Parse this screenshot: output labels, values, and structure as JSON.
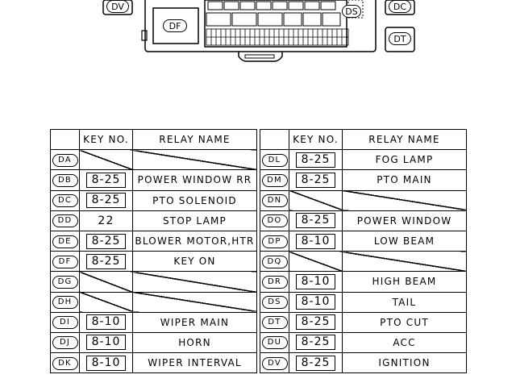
{
  "diagram": {
    "ovals": [
      "DV",
      "DF",
      "DS",
      "DC",
      "DT"
    ]
  },
  "tables": {
    "headers": {
      "key": "KEY NO.",
      "name": "RELAY NAME"
    },
    "left": [
      {
        "tag": "DA",
        "key": "",
        "name": "",
        "empty": true
      },
      {
        "tag": "DB",
        "key": "8-25",
        "name": "POWER WINDOW RR"
      },
      {
        "tag": "DC",
        "key": "8-25",
        "name": "PTO SOLENOID"
      },
      {
        "tag": "DD",
        "key": "22",
        "name": "STOP LAMP",
        "plain": true
      },
      {
        "tag": "DE",
        "key": "8-25",
        "name": "BLOWER MOTOR,HTR"
      },
      {
        "tag": "DF",
        "key": "8-25",
        "name": "KEY ON"
      },
      {
        "tag": "DG",
        "key": "",
        "name": "",
        "empty": true
      },
      {
        "tag": "DH",
        "key": "",
        "name": "",
        "empty": true
      },
      {
        "tag": "DI",
        "key": "8-10",
        "name": "WIPER MAIN"
      },
      {
        "tag": "DJ",
        "key": "8-10",
        "name": "HORN"
      },
      {
        "tag": "DK",
        "key": "8-10",
        "name": "WIPER INTERVAL"
      }
    ],
    "right": [
      {
        "tag": "DL",
        "key": "8-25",
        "name": "FOG LAMP"
      },
      {
        "tag": "DM",
        "key": "8-25",
        "name": "PTO MAIN"
      },
      {
        "tag": "DN",
        "key": "",
        "name": "",
        "empty": true
      },
      {
        "tag": "DO",
        "key": "8-25",
        "name": "POWER WINDOW"
      },
      {
        "tag": "DP",
        "key": "8-10",
        "name": "LOW BEAM"
      },
      {
        "tag": "DQ",
        "key": "",
        "name": "",
        "empty": true
      },
      {
        "tag": "DR",
        "key": "8-10",
        "name": "HIGH BEAM"
      },
      {
        "tag": "DS",
        "key": "8-10",
        "name": "TAIL"
      },
      {
        "tag": "DT",
        "key": "8-25",
        "name": "PTO CUT"
      },
      {
        "tag": "DU",
        "key": "8-25",
        "name": "ACC"
      },
      {
        "tag": "DV",
        "key": "8-25",
        "name": "IGNITION"
      }
    ]
  }
}
